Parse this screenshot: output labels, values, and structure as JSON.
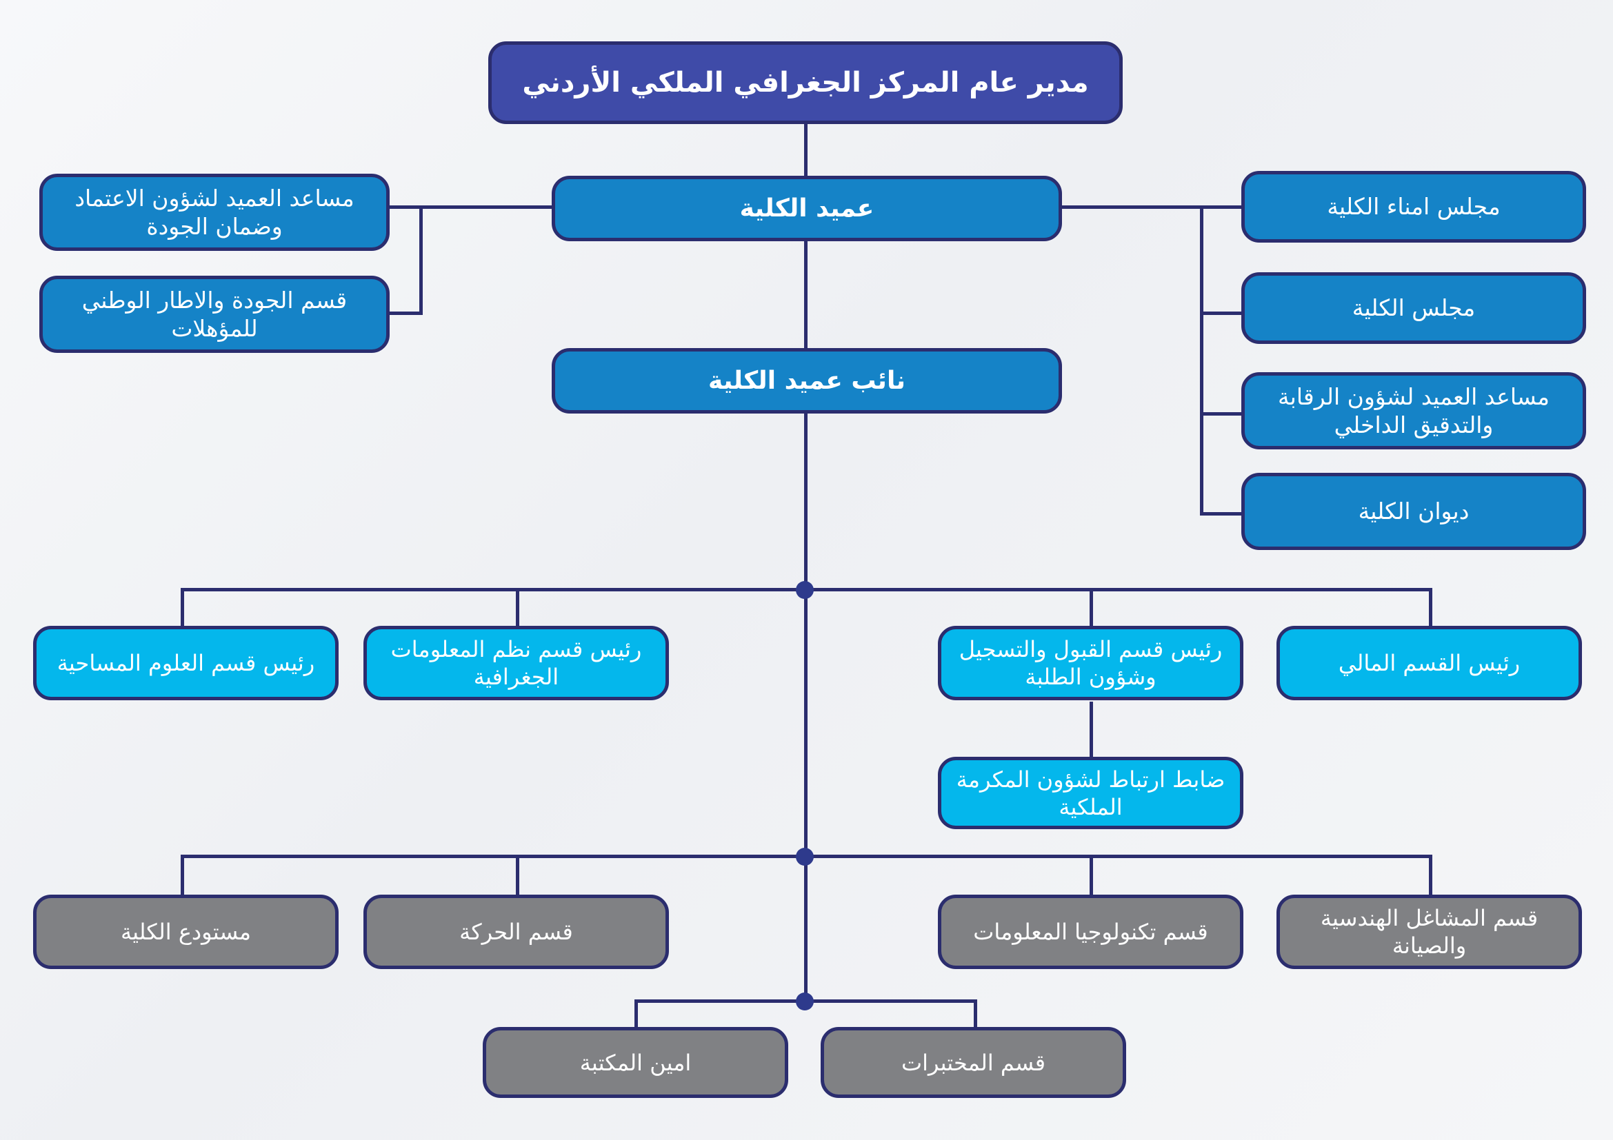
{
  "chart": {
    "title_node": {
      "label": "مدير عام المركز الجغرافي الملكي الأردني",
      "color": "#3f4ba8"
    },
    "center_nodes": [
      {
        "label": "عميد الكلية",
        "color": "#1583c7"
      },
      {
        "label": "نائب عميد الكلية",
        "color": "#1583c7"
      }
    ],
    "left_nodes": [
      {
        "label": "مساعد العميد لشؤون الاعتماد وضمان الجودة",
        "color": "#1583c7"
      },
      {
        "label": "قسم الجودة والاطار الوطني للمؤهلات",
        "color": "#1583c7"
      }
    ],
    "right_nodes": [
      {
        "label": "مجلس امناء الكلية",
        "color": "#1583c7"
      },
      {
        "label": "مجلس الكلية",
        "color": "#1583c7"
      },
      {
        "label": "مساعد العميد لشؤون الرقابة والتدقيق الداخلي",
        "color": "#1583c7"
      },
      {
        "label": "ديوان الكلية",
        "color": "#1583c7"
      }
    ],
    "cyan_row": [
      {
        "label": "رئيس قسم العلوم المساحية",
        "color": "#04b7ec"
      },
      {
        "label": "رئيس قسم نظم المعلومات الجغرافية",
        "color": "#04b7ec"
      },
      {
        "label": "رئيس قسم القبول والتسجيل وشؤون الطلبة",
        "color": "#04b7ec"
      },
      {
        "label": "رئيس القسم المالي",
        "color": "#04b7ec"
      }
    ],
    "cyan_sub": [
      {
        "label": "ضابط ارتباط لشؤون المكرمة الملكية",
        "color": "#04b7ec"
      }
    ],
    "grey_row": [
      {
        "label": "مستودع الكلية",
        "color": "#808184"
      },
      {
        "label": "قسم الحركة",
        "color": "#808184"
      },
      {
        "label": "قسم تكنولوجيا المعلومات",
        "color": "#808184"
      },
      {
        "label": "قسم المشاغل الهندسية والصيانة",
        "color": "#808184"
      }
    ],
    "grey_bottom_row": [
      {
        "label": "امين المكتبة",
        "color": "#808184"
      },
      {
        "label": "قسم المختبرات",
        "color": "#808184"
      }
    ],
    "colors": {
      "line": "#2b2d6e",
      "junction_dot": "#2e3a8c",
      "border": "#2b2d6e",
      "text": "#ffffff",
      "background": "#f5f6f8"
    }
  }
}
